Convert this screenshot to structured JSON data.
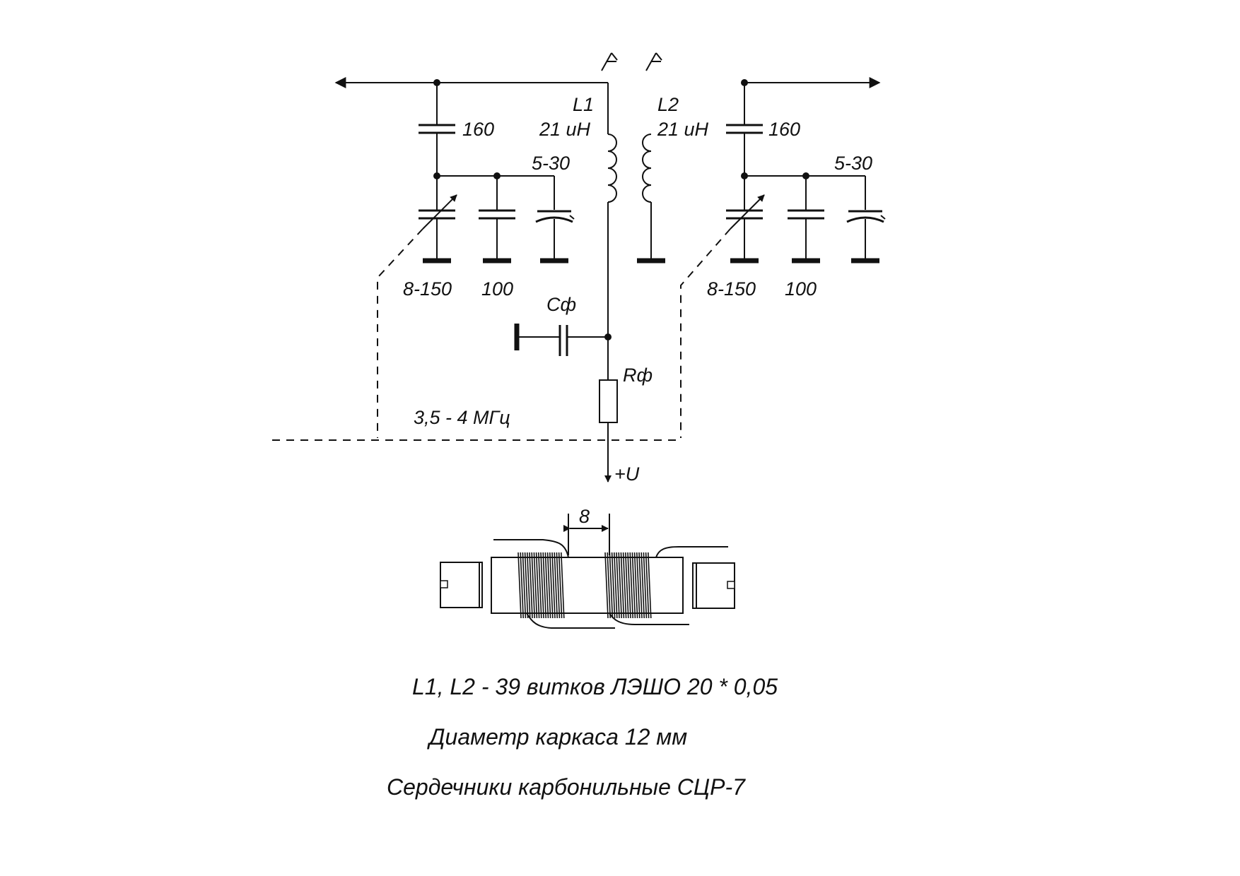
{
  "labels": {
    "l1_name": "L1",
    "l1_value": "21 uH",
    "l2_name": "L2",
    "l2_value": "21 uH",
    "c_series_left": "160",
    "c_series_right": "160",
    "trimmer_left": "5-30",
    "trimmer_right": "5-30",
    "var_cap_left": "8-150",
    "var_cap_right": "8-150",
    "fixed_cap_left": "100",
    "fixed_cap_right": "100",
    "filter_cap": "Cф",
    "filter_res": "Rф",
    "band": "3,5 - 4 МГц",
    "supply": "+U",
    "coil_gap": "8"
  },
  "notes": {
    "winding": "L1, L2 - 39 витков ЛЭШО 20 * 0,05",
    "former": "Диаметр каркаса 12 мм",
    "cores": "Сердечники карбонильные СЦР-7"
  }
}
